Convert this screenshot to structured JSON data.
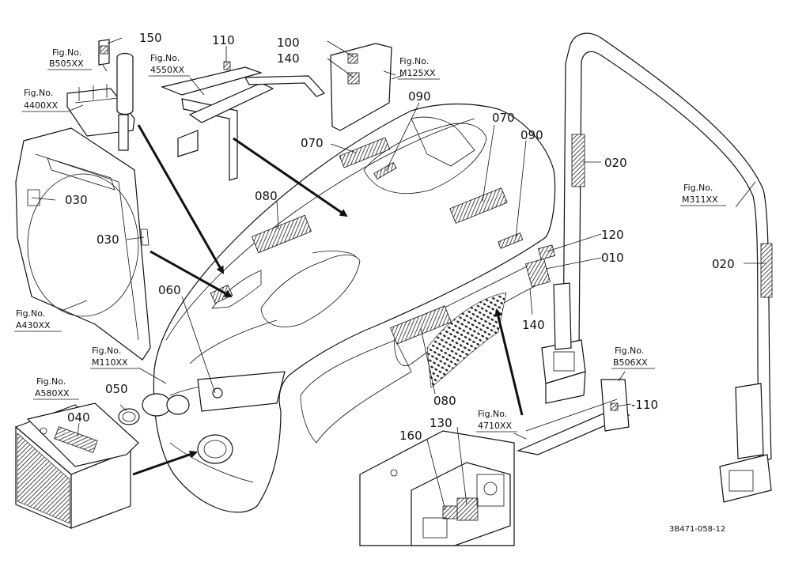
{
  "callouts": [
    {
      "id": "c150",
      "text": "150"
    },
    {
      "id": "c110a",
      "text": "110"
    },
    {
      "id": "c100",
      "text": "100"
    },
    {
      "id": "c140a",
      "text": "140"
    },
    {
      "id": "c090a",
      "text": "090"
    },
    {
      "id": "c070a",
      "text": "070"
    },
    {
      "id": "c070b",
      "text": "070"
    },
    {
      "id": "c090b",
      "text": "090"
    },
    {
      "id": "c080a",
      "text": "080"
    },
    {
      "id": "c030a",
      "text": "030"
    },
    {
      "id": "c030b",
      "text": "030"
    },
    {
      "id": "c060",
      "text": "060"
    },
    {
      "id": "c050",
      "text": "050"
    },
    {
      "id": "c040",
      "text": "040"
    },
    {
      "id": "c080b",
      "text": "080"
    },
    {
      "id": "c020a",
      "text": "020"
    },
    {
      "id": "c020b",
      "text": "020"
    },
    {
      "id": "c120",
      "text": "120"
    },
    {
      "id": "c010",
      "text": "010"
    },
    {
      "id": "c140b",
      "text": "140"
    },
    {
      "id": "c110b",
      "text": "-110"
    },
    {
      "id": "c160",
      "text": "160"
    },
    {
      "id": "c130",
      "text": "130"
    }
  ],
  "figure_refs": [
    {
      "id": "B505XX",
      "label": "Fig.No.",
      "code": "B505XX"
    },
    {
      "id": "4550XX",
      "label": "Fig.No.",
      "code": "4550XX"
    },
    {
      "id": "M125XX",
      "label": "Fig.No.",
      "code": "M125XX"
    },
    {
      "id": "4400XX",
      "label": "Fig.No.",
      "code": "4400XX"
    },
    {
      "id": "A430XX",
      "label": "Fig.No.",
      "code": "A430XX"
    },
    {
      "id": "M110XX",
      "label": "Fig.No.",
      "code": "M110XX"
    },
    {
      "id": "A580XX",
      "label": "Fig.No.",
      "code": "A580XX"
    },
    {
      "id": "M311XX",
      "label": "Fig.No.",
      "code": "M311XX"
    },
    {
      "id": "B506XX",
      "label": "Fig.No.",
      "code": "B506XX"
    },
    {
      "id": "4710XX",
      "label": "Fig.No.",
      "code": "4710XX"
    }
  ],
  "drawing_code": "3B471-058-12"
}
